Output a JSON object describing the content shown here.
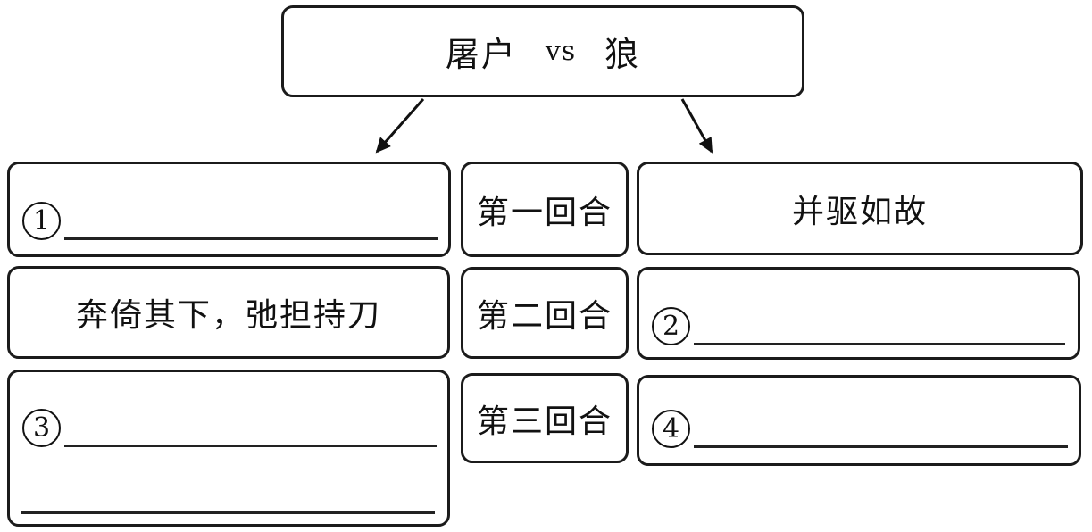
{
  "colors": {
    "ink": "#1b1b1b",
    "background": "#ffffff"
  },
  "header": {
    "left": "屠户",
    "versus": "vs",
    "right": "狼"
  },
  "rows": [
    {
      "round_label": "第一回合",
      "left": {
        "type": "blank",
        "marker": "1",
        "text": ""
      },
      "right": {
        "type": "text",
        "text": "并驱如故"
      }
    },
    {
      "round_label": "第二回合",
      "left": {
        "type": "text",
        "text": "奔倚其下，弛担持刀"
      },
      "right": {
        "type": "blank",
        "marker": "2",
        "text": ""
      }
    },
    {
      "round_label": "第三回合",
      "left": {
        "type": "blank-two-lines",
        "marker": "3",
        "text": ""
      },
      "right": {
        "type": "blank",
        "marker": "4",
        "text": ""
      }
    }
  ]
}
